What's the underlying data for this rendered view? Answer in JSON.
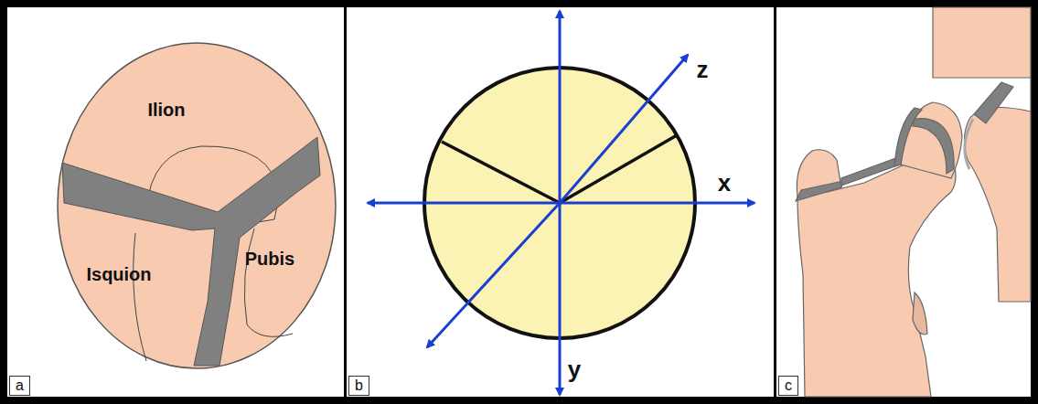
{
  "diagram": {
    "labels": [
      "Ilion",
      "Isquion",
      "Pubis",
      "a",
      "z",
      "x",
      "y",
      "b",
      "c"
    ]
  }
}
